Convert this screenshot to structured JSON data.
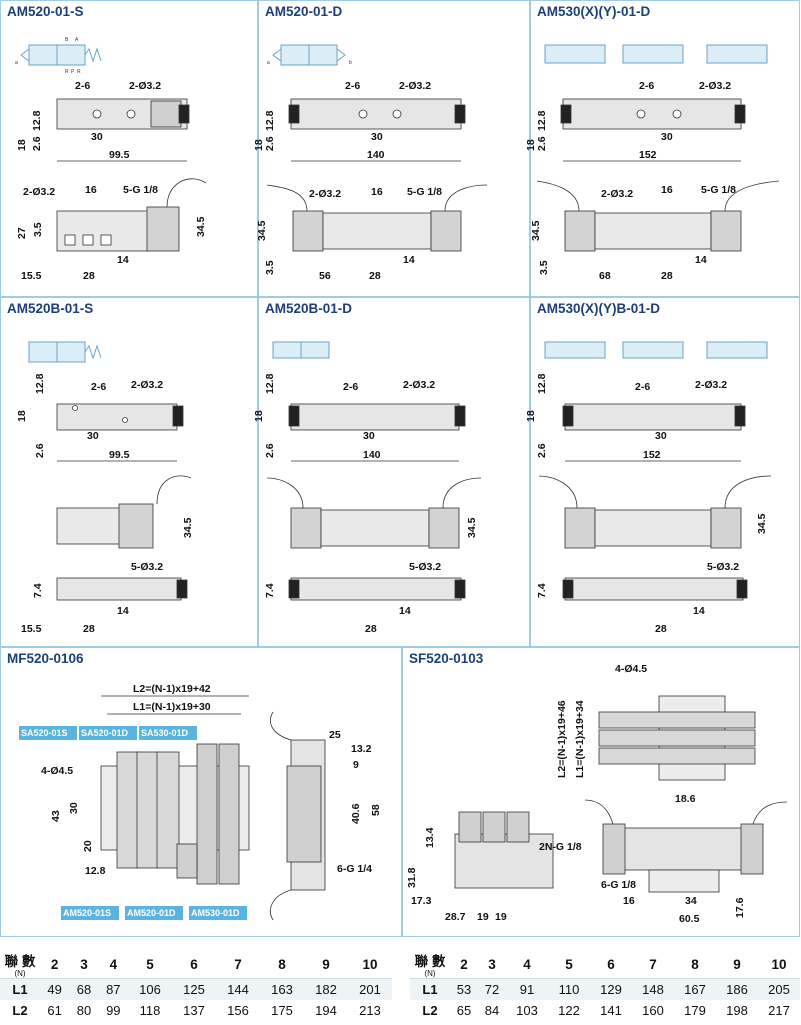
{
  "panels": {
    "p1": {
      "title": "AM520-01-S",
      "dims": {
        "a": "2-6",
        "b": "2-Ø3.2",
        "c": "12.8",
        "d": "18",
        "e": "2.6",
        "f": "30",
        "g": "99.5",
        "h": "2-Ø3.2",
        "i": "16",
        "j": "5-G 1/8",
        "k": "27",
        "l": "3.5",
        "m": "34.5",
        "n": "15.5",
        "o": "28",
        "p": "14"
      }
    },
    "p2": {
      "title": "AM520-01-D",
      "dims": {
        "a": "2-6",
        "b": "2-Ø3.2",
        "c": "12.8",
        "d": "18",
        "e": "2.6",
        "f": "30",
        "g": "140",
        "h": "2-Ø3.2",
        "i": "16",
        "j": "5-G 1/8",
        "k": "34.5",
        "l": "3.5",
        "n": "56",
        "o": "28",
        "p": "14"
      }
    },
    "p3": {
      "title": "AM530(X)(Y)-01-D",
      "dims": {
        "a": "2-6",
        "b": "2-Ø3.2",
        "c": "12.8",
        "d": "18",
        "e": "2.6",
        "f": "30",
        "g": "152",
        "h": "2-Ø3.2",
        "i": "16",
        "j": "5-G 1/8",
        "k": "34.5",
        "l": "3.5",
        "n": "68",
        "o": "28",
        "p": "14"
      }
    },
    "p4": {
      "title": "AM520B-01-S",
      "dims": {
        "a": "2-6",
        "b": "2-Ø3.2",
        "c": "12.8",
        "d": "18",
        "e": "2.6",
        "f": "30",
        "g": "99.5",
        "m": "34.5",
        "q": "5-Ø3.2",
        "r": "7.4",
        "p": "14",
        "n": "15.5",
        "o": "28"
      }
    },
    "p5": {
      "title": "AM520B-01-D",
      "dims": {
        "a": "2-6",
        "b": "2-Ø3.2",
        "c": "12.8",
        "d": "18",
        "e": "2.6",
        "f": "30",
        "g": "140",
        "m": "34.5",
        "q": "5-Ø3.2",
        "r": "7.4",
        "p": "14",
        "o": "28"
      }
    },
    "p6": {
      "title": "AM530(X)(Y)B-01-D",
      "dims": {
        "a": "2-6",
        "b": "2-Ø3.2",
        "c": "12.8",
        "d": "18",
        "e": "2.6",
        "f": "30",
        "g": "152",
        "m": "34.5",
        "q": "5-Ø3.2",
        "r": "7.4",
        "p": "14",
        "o": "28"
      }
    },
    "p7": {
      "title": "MF520-0106",
      "dims": {
        "L2": "L2=(N-1)x19+42",
        "L1": "L1=(N-1)x19+30",
        "hole": "4-Ø4.5",
        "d43": "43",
        "d30": "30",
        "d20": "20",
        "d128": "12.8",
        "d25": "25",
        "d132": "13.2",
        "d9": "9",
        "d406": "40.6",
        "d58": "58",
        "g14": "6-G 1/4"
      },
      "labels": {
        "sa1": "SA520-01S",
        "sa2": "SA520-01D",
        "sa3": "SA530-01D",
        "am1": "AM520-01S",
        "am2": "AM520-01D",
        "am3": "AM530-01D"
      }
    },
    "p8": {
      "title": "SF520-0103",
      "dims": {
        "hole": "4-Ø4.5",
        "L2": "L2=(N-1)x19+46",
        "L1": "L1=(N-1)x19+34",
        "d186": "18.6",
        "d134": "13.4",
        "d318": "31.8",
        "d173": "17.3",
        "d287": "28.7",
        "d19a": "19",
        "d19b": "19",
        "ng": "2N-G 1/8",
        "g18": "6-G 1/8",
        "d16": "16",
        "d34": "34",
        "d605": "60.5",
        "d176": "17.6"
      }
    }
  },
  "symbol_letters": {
    "b": "B",
    "a": "A",
    "r": "R",
    "p": "P",
    "r2": "R",
    "sa": "a",
    "sb": "b"
  },
  "tables": {
    "left": {
      "header_main": "聯 數",
      "header_sub": "(N)",
      "n": [
        "2",
        "3",
        "4",
        "5",
        "6",
        "7",
        "8",
        "9",
        "10"
      ],
      "L1_label": "L1",
      "L1": [
        "49",
        "68",
        "87",
        "106",
        "125",
        "144",
        "163",
        "182",
        "201"
      ],
      "L2_label": "L2",
      "L2": [
        "61",
        "80",
        "99",
        "118",
        "137",
        "156",
        "175",
        "194",
        "213"
      ]
    },
    "right": {
      "header_main": "聯 數",
      "header_sub": "(N)",
      "n": [
        "2",
        "3",
        "4",
        "5",
        "6",
        "7",
        "8",
        "9",
        "10"
      ],
      "L1_label": "L1",
      "L1": [
        "53",
        "72",
        "91",
        "110",
        "129",
        "148",
        "167",
        "186",
        "205"
      ],
      "L2_label": "L2",
      "L2": [
        "65",
        "84",
        "103",
        "122",
        "141",
        "160",
        "179",
        "198",
        "217"
      ]
    }
  }
}
